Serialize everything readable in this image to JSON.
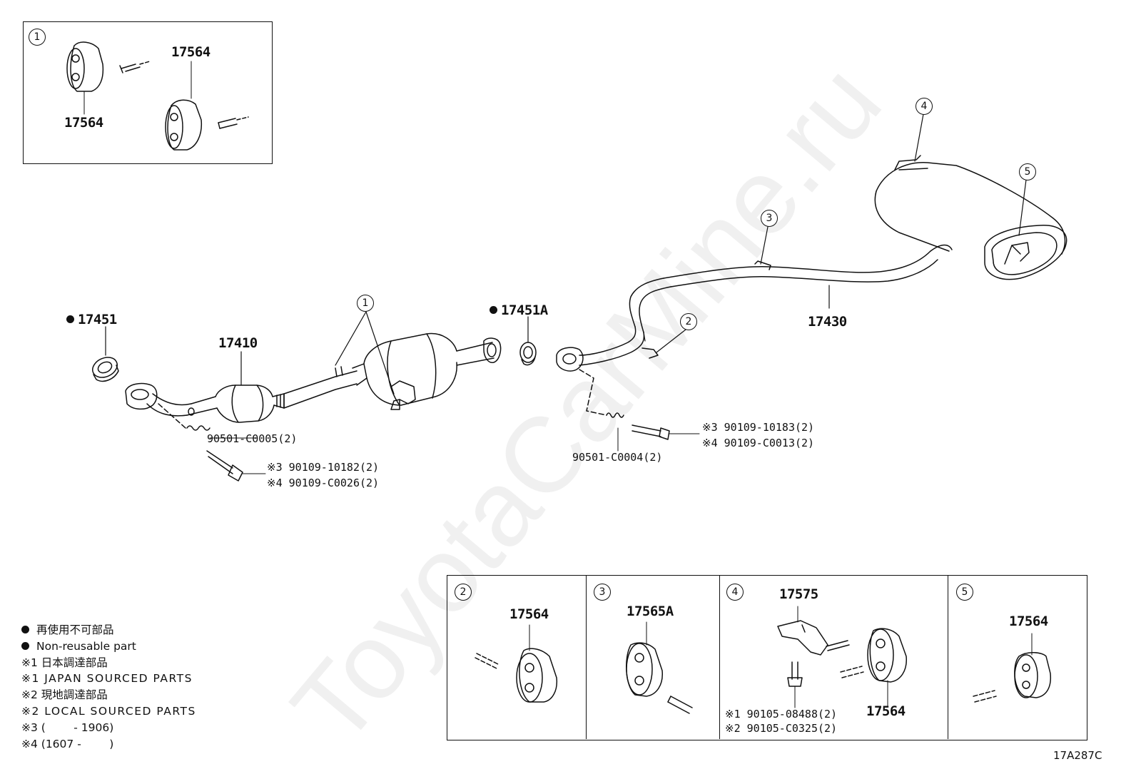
{
  "watermark": "ToyotaCarMine.ru",
  "diagram_code": "17A287C",
  "parts": {
    "p17451": "17451",
    "p17410": "17410",
    "p17451a": "17451A",
    "p17430": "17430",
    "spring_front": "90501-C0005(2)",
    "bolt_front_3": "※3 90109-10182(2)",
    "bolt_front_4": "※4 90109-C0026(2)",
    "spring_mid": "90501-C0004(2)",
    "bolt_mid_3": "※3 90109-10183(2)",
    "bolt_mid_4": "※4 90109-C0013(2)"
  },
  "callouts": {
    "c1": "1",
    "c2": "2",
    "c3": "3",
    "c4": "4",
    "c5": "5"
  },
  "inset1": {
    "num": "1",
    "upper": "17564",
    "lower": "17564"
  },
  "panels": {
    "p2": {
      "num": "2",
      "part": "17564"
    },
    "p3": {
      "num": "3",
      "part": "17565A"
    },
    "p4": {
      "num": "4",
      "part": "17575",
      "sub": "17564",
      "bolt1": "※1 90105-08488(2)",
      "bolt2": "※2 90105-C0325(2)"
    },
    "p5": {
      "num": "5",
      "part": "17564"
    }
  },
  "legend": {
    "l1": "再使用不可部品",
    "l2": "Non-reusable part",
    "l3": "※1 日本調達部品",
    "l4": "※1 JAPAN SOURCED PARTS",
    "l5": "※2 現地調達部品",
    "l6": "※2 LOCAL SOURCED PARTS",
    "l7": "※3 (        - 1906)",
    "l8": "※4 (1607 -        )"
  }
}
